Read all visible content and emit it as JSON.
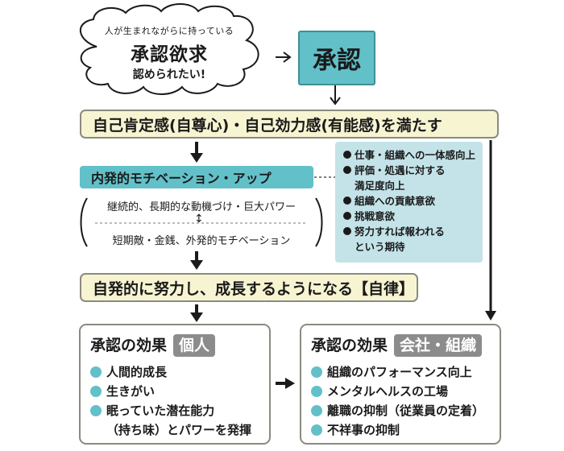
{
  "cloud": {
    "small": "人が生まれながらに持っている",
    "title": "承認欲求",
    "sub": "認められたい!"
  },
  "approval": "承認",
  "box1": "自己肯定感(自尊心)・自己効力感(有能感)を満たす",
  "motivation_bar": "内発的モチベーション・アップ",
  "motivation": {
    "intrinsic": "継続的、長期的な動機づけ・巨大パワー",
    "vs": "↕",
    "extrinsic": "短期敵・金銭、外発的モチベーション"
  },
  "benefits": [
    {
      "line1": "仕事・組織への一体感向上"
    },
    {
      "line1": "評価・処遇に対する",
      "line2": "満足度向上"
    },
    {
      "line1": "組織への貢献意欲"
    },
    {
      "line1": "挑戦意欲"
    },
    {
      "line1": "努力すれば報われる",
      "line2": "という期待"
    }
  ],
  "box3": "自発的に努力し、成長するようになる【自律】",
  "effect_individual": {
    "title": "承認の効果",
    "badge": "個人",
    "items": [
      {
        "line1": "人間的成長"
      },
      {
        "line1": "生きがい"
      },
      {
        "line1": "眠っていた潜在能力",
        "line2": "（持ち味）とパワーを発揮"
      }
    ]
  },
  "effect_org": {
    "title": "承認の効果",
    "badge": "会社・組織",
    "items": [
      {
        "line1": "組織のパフォーマンス向上"
      },
      {
        "line1": "メンタルヘルスの工場"
      },
      {
        "line1": "離職の抑制（従業員の定着）"
      },
      {
        "line1": "不祥事の抑制"
      }
    ]
  },
  "colors": {
    "teal": "#62c0c9",
    "light_teal": "#c3e3e8",
    "yellow": "#f7f4d2",
    "gray_badge": "#8c8c8c"
  }
}
